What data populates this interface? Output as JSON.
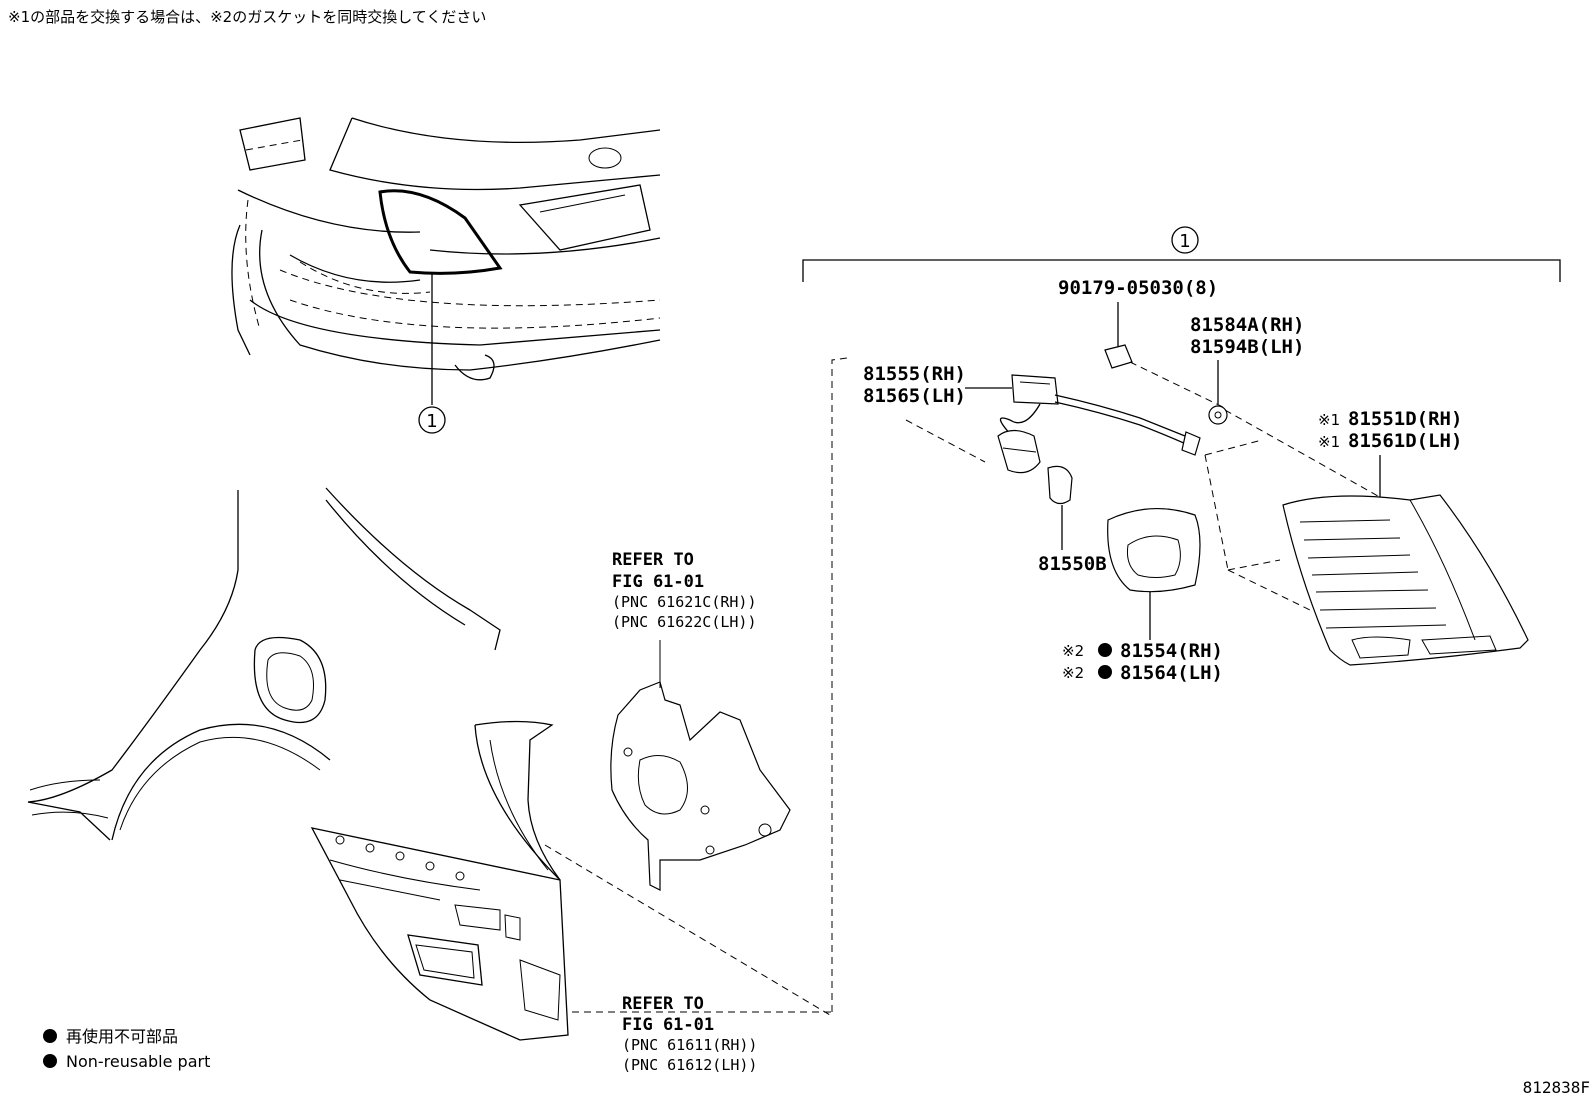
{
  "note": "※1の部品を交換する場合は、※2のガスケットを同時交換してください",
  "callouts": {
    "top_car": "1",
    "bracket": "1"
  },
  "parts": {
    "screw": "90179-05030(8)",
    "nut_rh": "81584A(RH)",
    "nut_lh": "81594B(LH)",
    "socket_rh": "81555(RH)",
    "socket_lh": "81565(LH)",
    "bulb": "81550B",
    "lamp_mark": "※1",
    "lamp_rh": "81551D(RH)",
    "lamp_lh": "81561D(LH)",
    "gasket_mark": "※2",
    "gasket_rh": "81554(RH)",
    "gasket_lh": "81564(LH)"
  },
  "refer_upper": {
    "line1": "REFER TO",
    "line2": "FIG 61-01",
    "line3": "(PNC 61621C(RH))",
    "line4": "(PNC 61622C(LH))"
  },
  "refer_lower": {
    "line1": "REFER TO",
    "line2": "FIG 61-01",
    "line3": "(PNC 61611(RH))",
    "line4": "(PNC 61612(LH))"
  },
  "legend": {
    "jp": "再使用不可部品",
    "en": "Non-reusable part"
  },
  "diagram_code": "812838F"
}
